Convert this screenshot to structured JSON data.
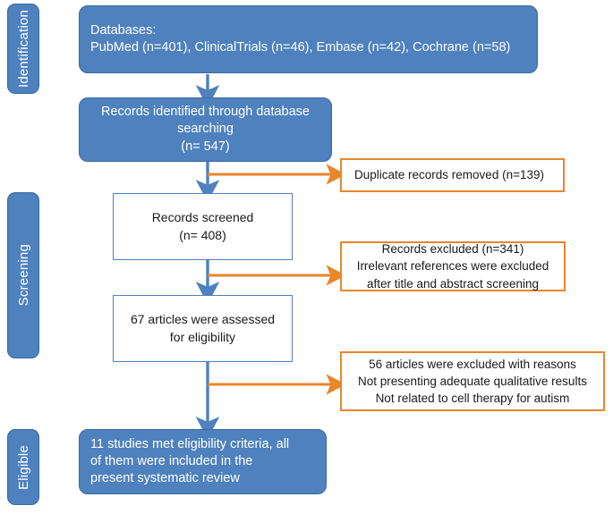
{
  "diagram": {
    "title": "PRISMA study selection flow diagram",
    "type": "flowchart",
    "colors": {
      "blue_fill": "#4E81BD",
      "blue_border": "#3A6A9E",
      "orange_border": "#E8862B",
      "white_fill": "#FFFFFF",
      "text_on_blue": "#FFFFFF",
      "text_on_white": "#1A1A1A"
    }
  },
  "stages": [
    {
      "id": "identification",
      "label": "Identification"
    },
    {
      "id": "screening",
      "label": "Screening"
    },
    {
      "id": "eligible",
      "label": "Eligible"
    }
  ],
  "nodes": {
    "databases": {
      "style": "blue",
      "lines": [
        "Databases:",
        "PubMed (n=401), ClinicalTrials (n=46), Embase (n=42), Cochrane (n=58)"
      ]
    },
    "records_identified": {
      "style": "blue",
      "lines": [
        "Records identified through database",
        "searching",
        "(n= 547)"
      ]
    },
    "records_screened": {
      "style": "white",
      "lines": [
        "Records screened",
        "(n= 408)"
      ]
    },
    "assessed_eligibility": {
      "style": "white",
      "lines": [
        "67 articles were assessed",
        "for eligibility"
      ]
    },
    "included": {
      "style": "blue",
      "lines": [
        "11 studies met eligibility criteria, all",
        "of them were included in the",
        "present systematic review"
      ]
    },
    "duplicates_removed": {
      "style": "orange",
      "lines": [
        "Duplicate records removed (n=139)"
      ]
    },
    "records_excluded": {
      "style": "orange",
      "lines": [
        "Records excluded (n=341)",
        "Irrelevant references were excluded",
        "after title and abstract screening"
      ]
    },
    "articles_excluded": {
      "style": "orange",
      "lines": [
        "56 articles were excluded with reasons",
        "Not presenting adequate qualitative results",
        "Not related to cell therapy for autism"
      ]
    }
  },
  "counts": {
    "pubmed": 401,
    "clinicaltrials": 46,
    "embase": 42,
    "cochrane": 58,
    "total_identified": 547,
    "duplicates_removed": 139,
    "records_screened": 408,
    "records_excluded": 341,
    "assessed_for_eligibility": 67,
    "articles_excluded_with_reasons": 56,
    "studies_included": 11
  }
}
